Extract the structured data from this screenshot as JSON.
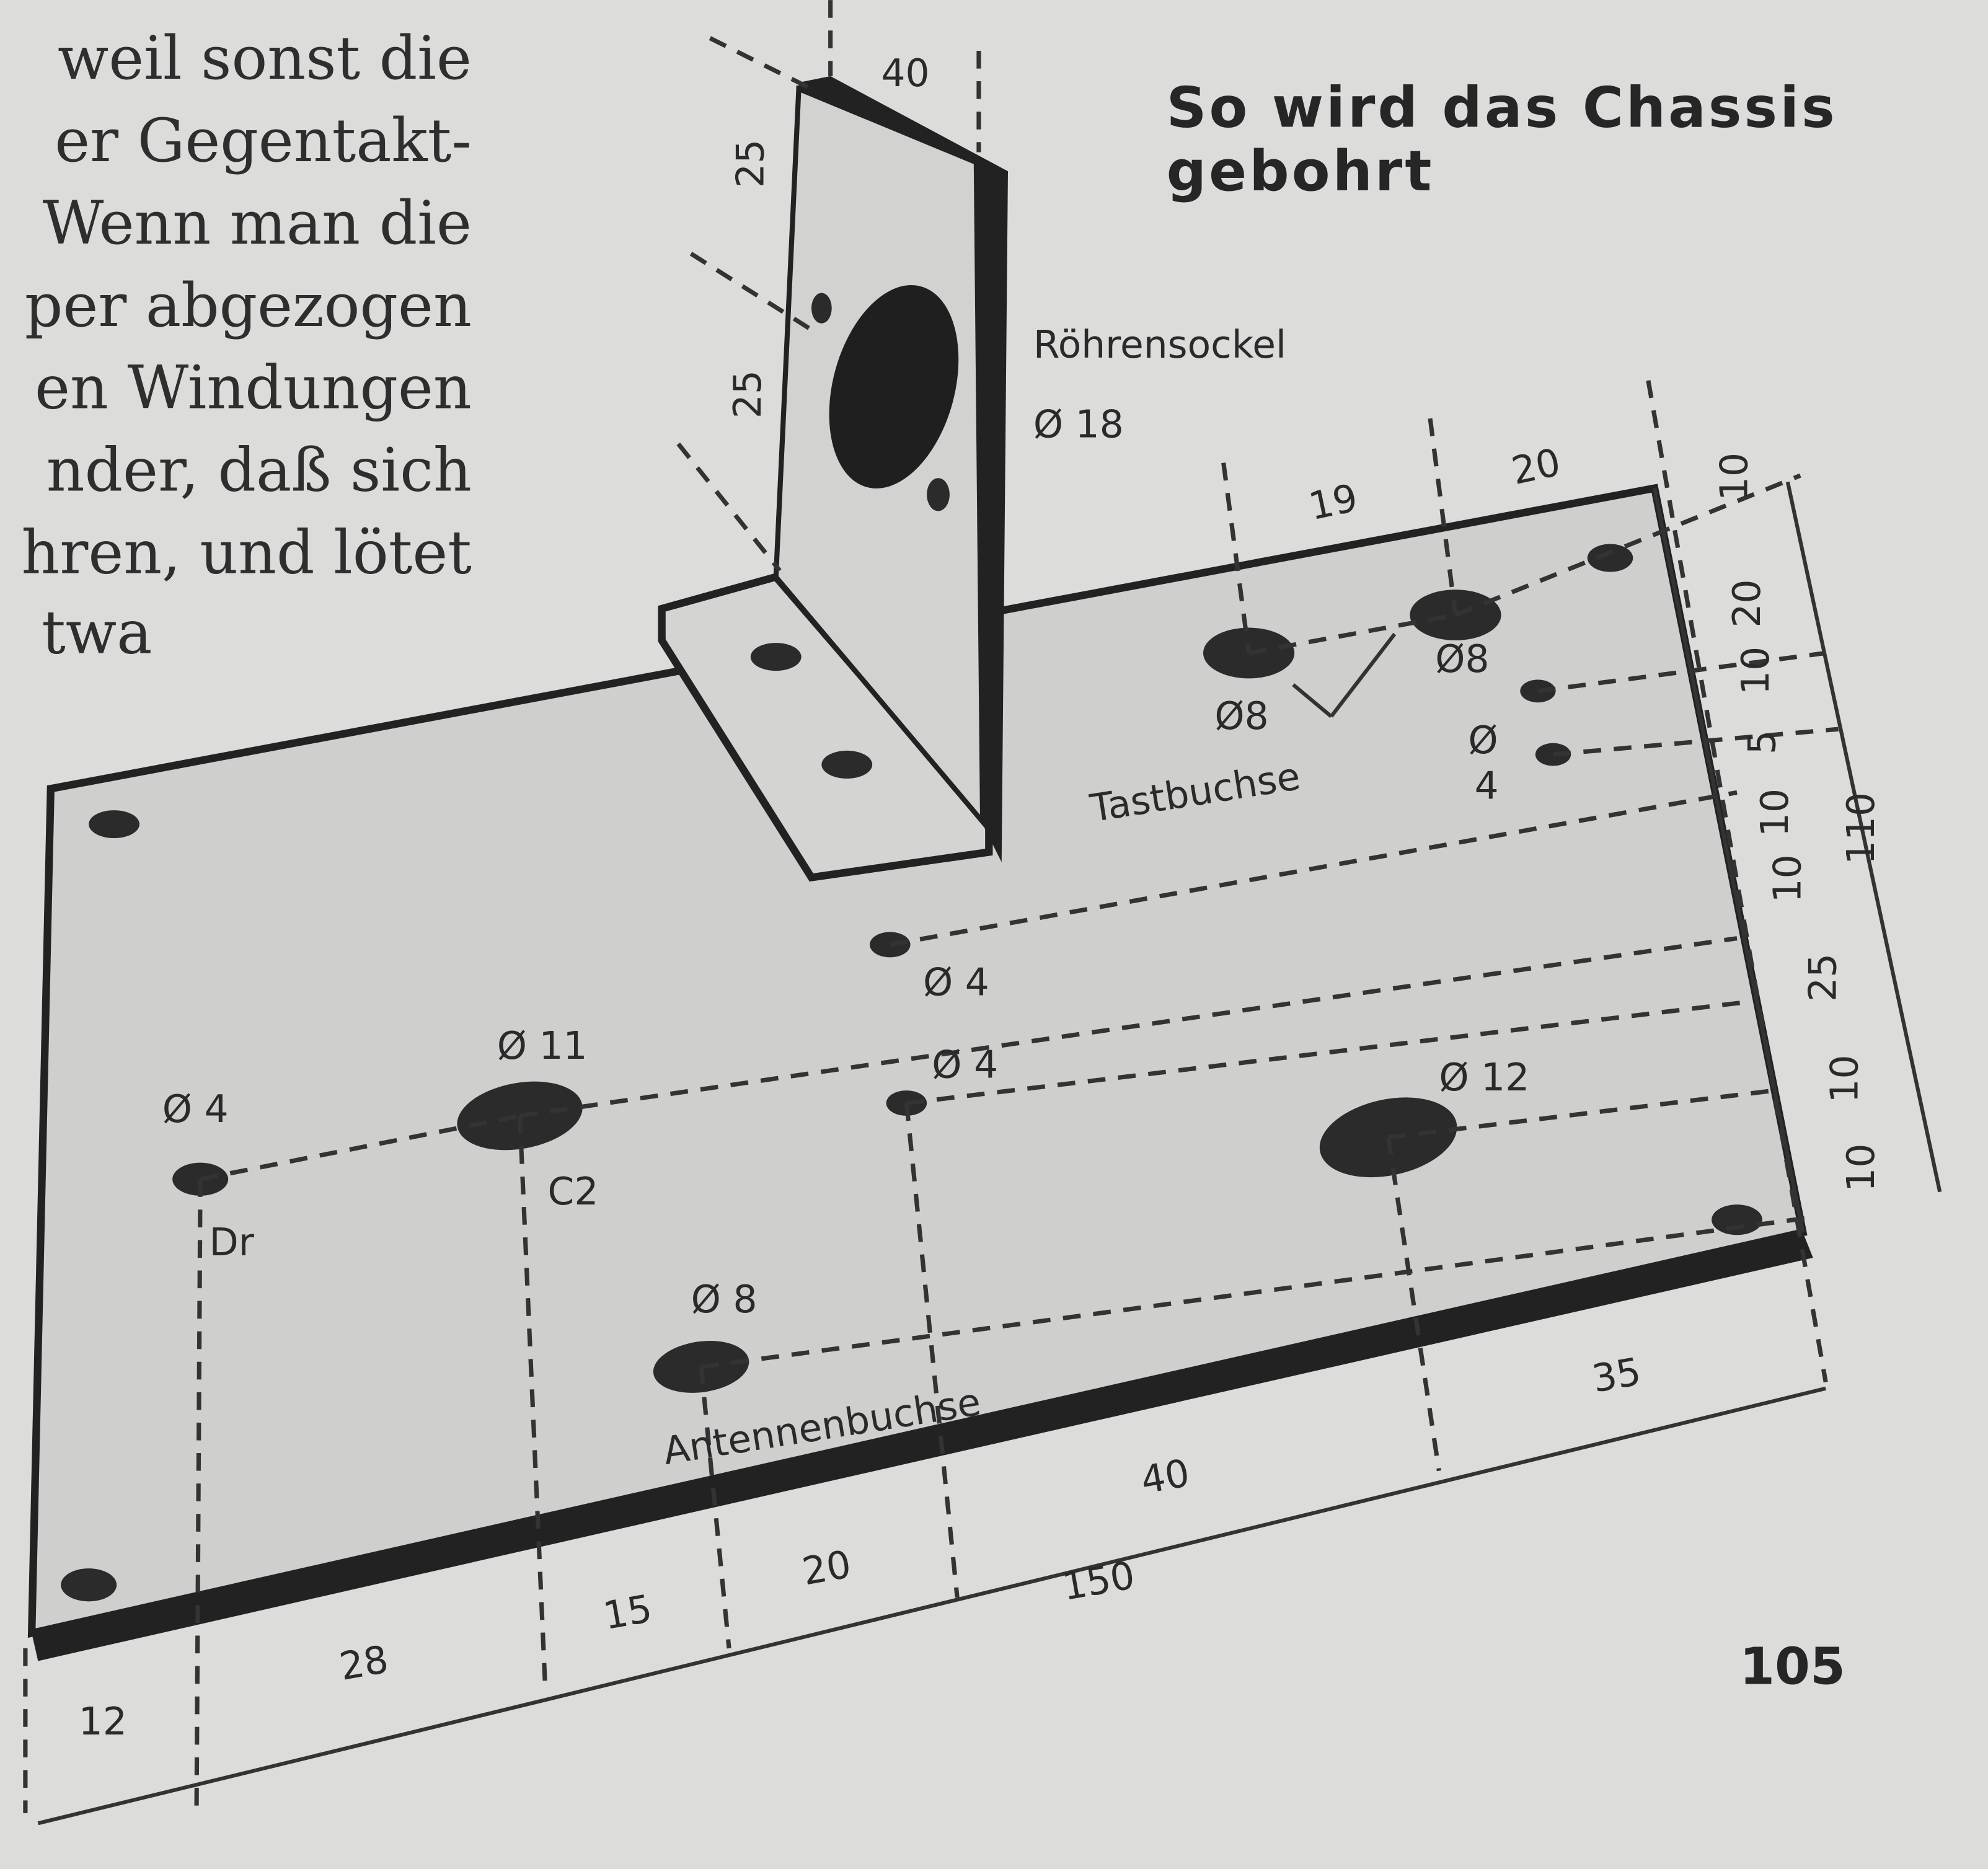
{
  "body_text": [
    "weil sonst die",
    "er Gegentakt-",
    "Wenn man die",
    "per abgezogen",
    "en Windungen",
    "nder, daß sich",
    "hren, und lötet",
    "twa"
  ],
  "title": {
    "line1": "So wird das Chassis",
    "line2": "gebohrt"
  },
  "labels": {
    "roehrensockel": "Röhrensockel",
    "roehrensockel_dia": "Ø 18",
    "bracket_width": "40",
    "bracket_h1": "25",
    "bracket_h2": "25",
    "dim19": "19",
    "dim20_top": "20",
    "tast_dia1": "Ø8",
    "tast_dia2": "Ø8",
    "tastbuchse": "Tastbuchse",
    "dia_sym": "Ø",
    "dia_4": "4",
    "dia4_a": "Ø 4",
    "dia11": "Ø 11",
    "dia4_b": "Ø 4",
    "dia4_c": "Ø 4",
    "c2": "C2",
    "dr": "Dr",
    "dia12": "Ø 12",
    "dia8": "Ø 8",
    "antennenbuchse": "Antennenbuchse"
  },
  "bottom_dims": {
    "d12": "12",
    "d28": "28",
    "d15": "15",
    "d20": "20",
    "d150": "150",
    "d40": "40",
    "d35": "35"
  },
  "right_dims": [
    "10",
    "20",
    "10",
    "5",
    "10",
    "10",
    "25",
    "10",
    "10"
  ],
  "right_total": "110",
  "page_number": "105"
}
